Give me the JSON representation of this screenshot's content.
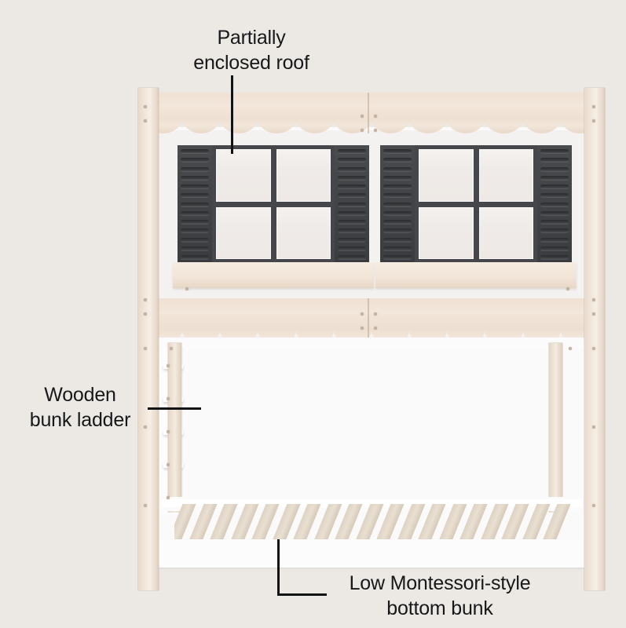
{
  "page": {
    "background_color": "#ece8e4",
    "subject": "house-shaped low bunk bed product diagram"
  },
  "annotations": [
    {
      "id": "roof",
      "label": "Partially\nenclosed roof",
      "line1": "Partially",
      "line2": "enclosed roof",
      "leader": "vertical-down"
    },
    {
      "id": "ladder",
      "label": "Wooden\nbunk ladder",
      "line1": "Wooden",
      "line2": "bunk ladder",
      "leader": "horizontal-right"
    },
    {
      "id": "bunk",
      "label": "Low Montessori-style\nbottom bunk",
      "line1": "Low Montessori-style",
      "line2": "bottom bunk",
      "leader": "elbow-down-right"
    }
  ],
  "product": {
    "colors": {
      "wood": "#f0e2d4",
      "wood_dark": "#ddcdbd",
      "white_frame": "#fbfafa",
      "shutter_dark": "#414346",
      "pane_glass": "#efebe8",
      "leader_line": "#111315",
      "text": "#16181a"
    },
    "parts": {
      "roof_label": "scalloped roof board",
      "valance_label": "scalloped lower valance",
      "window_label": "paned window with louvered shutters",
      "sill_label": "window sill ledge",
      "ladder_label": "white bunk ladder",
      "slats_label": "wooden mattress slats",
      "post_label": "natural wood corner post"
    },
    "counts": {
      "roof_scallops": 12,
      "valance_scallops": 12,
      "windows": 2,
      "panes_per_window": 4,
      "shutters_per_window": 2,
      "shutter_slats": 13,
      "ladder_rungs": 5,
      "bunk_slats": 19
    }
  }
}
